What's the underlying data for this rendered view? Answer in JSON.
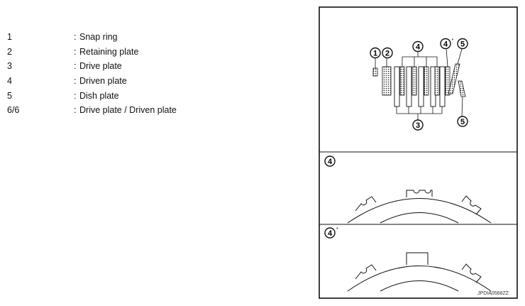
{
  "legend": [
    {
      "num": "1",
      "desc": "Snap ring"
    },
    {
      "num": "2",
      "desc": "Retaining plate"
    },
    {
      "num": "3",
      "desc": "Drive plate"
    },
    {
      "num": "4",
      "desc": "Driven plate"
    },
    {
      "num": "5",
      "desc": "Dish plate"
    },
    {
      "num": "6/6",
      "desc": "Drive plate / Driven plate"
    }
  ],
  "separator": ":",
  "callouts": {
    "c1": "1",
    "c2": "2",
    "c3": "3",
    "c4": "4",
    "c4star": "4",
    "c5_top": "5",
    "c5_bottom": "5",
    "panel2": "4",
    "panel3": "4"
  },
  "asterisk": "*",
  "figure_id": "JPDIA0568ZZ"
}
